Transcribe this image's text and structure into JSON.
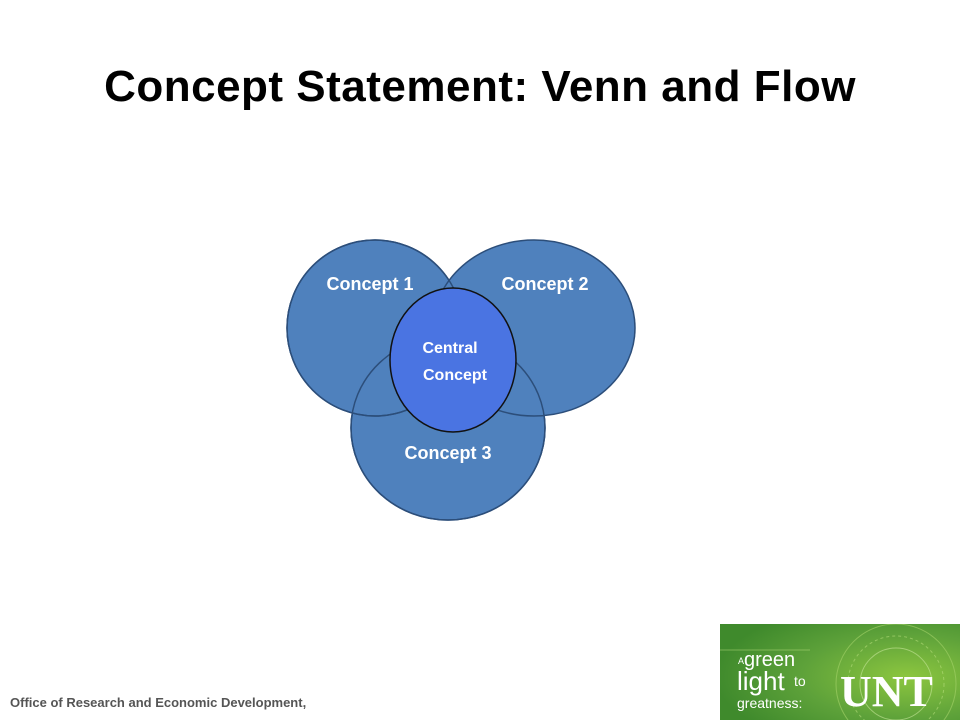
{
  "title": "Concept Statement: Venn and Flow",
  "venn": {
    "concept1": "Concept 1",
    "concept2": "Concept 2",
    "concept3": "Concept 3",
    "central_line1": "Central",
    "central_line2": "Concept"
  },
  "colors": {
    "circle_fill": "#4f81bd",
    "circle_stroke": "#2c4e7a",
    "central_fill": "#4a74e2",
    "logo_green": "#5ea23a"
  },
  "footer": "Office of Research and Economic Development,",
  "logo": {
    "line_a": "A",
    "line_green": "green",
    "line_light": "light",
    "line_to": "to",
    "line_greatness": "greatness:",
    "wordmark": "UNT"
  }
}
